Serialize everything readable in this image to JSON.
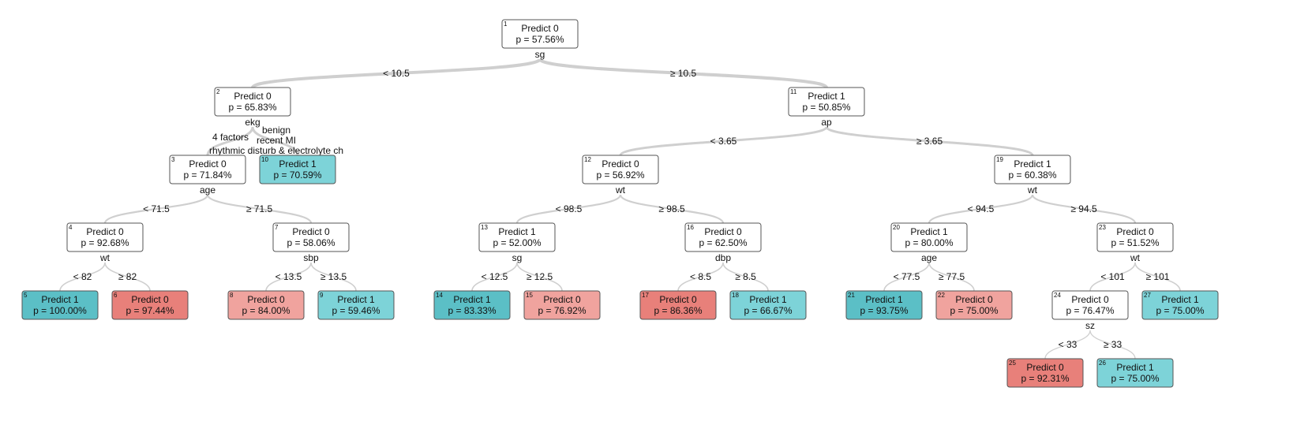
{
  "colors": {
    "predict_0_strong": "#E8807A",
    "predict_0_light": "#F0A39E",
    "predict_1_strong": "#5BBFC6",
    "predict_1_light": "#7DD3D8",
    "undecided": "#FFFFFF",
    "edge": "#CFCFCF"
  },
  "nodes": [
    {
      "id": "1",
      "line1": "Predict 0",
      "line2": "p = 57.56%",
      "split": "sg",
      "fill": "undecided"
    },
    {
      "id": "2",
      "line1": "Predict 0",
      "line2": "p = 65.83%",
      "split": "ekg",
      "fill": "undecided"
    },
    {
      "id": "3",
      "line1": "Predict 0",
      "line2": "p = 71.84%",
      "split": "age",
      "fill": "undecided"
    },
    {
      "id": "4",
      "line1": "Predict 0",
      "line2": "p = 92.68%",
      "split": "wt",
      "fill": "undecided"
    },
    {
      "id": "5",
      "line1": "Predict 1",
      "line2": "p = 100.00%",
      "split": "",
      "fill": "predict_1_strong"
    },
    {
      "id": "6",
      "line1": "Predict 0",
      "line2": "p = 97.44%",
      "split": "",
      "fill": "predict_0_strong"
    },
    {
      "id": "7",
      "line1": "Predict 0",
      "line2": "p = 58.06%",
      "split": "sbp",
      "fill": "undecided"
    },
    {
      "id": "8",
      "line1": "Predict 0",
      "line2": "p = 84.00%",
      "split": "",
      "fill": "predict_0_light"
    },
    {
      "id": "9",
      "line1": "Predict 1",
      "line2": "p = 59.46%",
      "split": "",
      "fill": "predict_1_light"
    },
    {
      "id": "10",
      "line1": "Predict 1",
      "line2": "p = 70.59%",
      "split": "",
      "fill": "predict_1_light"
    },
    {
      "id": "11",
      "line1": "Predict 1",
      "line2": "p = 50.85%",
      "split": "ap",
      "fill": "undecided"
    },
    {
      "id": "12",
      "line1": "Predict 0",
      "line2": "p = 56.92%",
      "split": "wt",
      "fill": "undecided"
    },
    {
      "id": "13",
      "line1": "Predict 1",
      "line2": "p = 52.00%",
      "split": "sg",
      "fill": "undecided"
    },
    {
      "id": "14",
      "line1": "Predict 1",
      "line2": "p = 83.33%",
      "split": "",
      "fill": "predict_1_strong"
    },
    {
      "id": "15",
      "line1": "Predict 0",
      "line2": "p = 76.92%",
      "split": "",
      "fill": "predict_0_light"
    },
    {
      "id": "16",
      "line1": "Predict 0",
      "line2": "p = 62.50%",
      "split": "dbp",
      "fill": "undecided"
    },
    {
      "id": "17",
      "line1": "Predict 0",
      "line2": "p = 86.36%",
      "split": "",
      "fill": "predict_0_strong"
    },
    {
      "id": "18",
      "line1": "Predict 1",
      "line2": "p = 66.67%",
      "split": "",
      "fill": "predict_1_light"
    },
    {
      "id": "19",
      "line1": "Predict 1",
      "line2": "p = 60.38%",
      "split": "wt",
      "fill": "undecided"
    },
    {
      "id": "20",
      "line1": "Predict 1",
      "line2": "p = 80.00%",
      "split": "age",
      "fill": "undecided"
    },
    {
      "id": "21",
      "line1": "Predict 1",
      "line2": "p = 93.75%",
      "split": "",
      "fill": "predict_1_strong"
    },
    {
      "id": "22",
      "line1": "Predict 0",
      "line2": "p = 75.00%",
      "split": "",
      "fill": "predict_0_light"
    },
    {
      "id": "23",
      "line1": "Predict 0",
      "line2": "p = 51.52%",
      "split": "wt",
      "fill": "undecided"
    },
    {
      "id": "24",
      "line1": "Predict 0",
      "line2": "p = 76.47%",
      "split": "sz",
      "fill": "undecided"
    },
    {
      "id": "25",
      "line1": "Predict 0",
      "line2": "p = 92.31%",
      "split": "",
      "fill": "predict_0_strong"
    },
    {
      "id": "26",
      "line1": "Predict 1",
      "line2": "p = 75.00%",
      "split": "",
      "fill": "predict_1_light"
    },
    {
      "id": "27",
      "line1": "Predict 1",
      "line2": "p = 75.00%",
      "split": "",
      "fill": "predict_1_light"
    }
  ],
  "edges": [
    {
      "from": "1",
      "to": "2",
      "label": [
        "< 10.5"
      ]
    },
    {
      "from": "1",
      "to": "11",
      "label": [
        "≥ 10.5"
      ]
    },
    {
      "from": "2",
      "to": "3",
      "label": [
        "4 factors"
      ]
    },
    {
      "from": "2",
      "to": "10",
      "label": [
        "benign",
        "recent MI",
        "rhythmic disturb & electrolyte ch"
      ]
    },
    {
      "from": "3",
      "to": "4",
      "label": [
        "< 71.5"
      ]
    },
    {
      "from": "3",
      "to": "7",
      "label": [
        "≥ 71.5"
      ]
    },
    {
      "from": "4",
      "to": "5",
      "label": [
        "< 82"
      ]
    },
    {
      "from": "4",
      "to": "6",
      "label": [
        "≥ 82"
      ]
    },
    {
      "from": "7",
      "to": "8",
      "label": [
        "< 13.5"
      ]
    },
    {
      "from": "7",
      "to": "9",
      "label": [
        "≥ 13.5"
      ]
    },
    {
      "from": "11",
      "to": "12",
      "label": [
        "< 3.65"
      ]
    },
    {
      "from": "11",
      "to": "19",
      "label": [
        "≥ 3.65"
      ]
    },
    {
      "from": "12",
      "to": "13",
      "label": [
        "< 98.5"
      ]
    },
    {
      "from": "12",
      "to": "16",
      "label": [
        "≥ 98.5"
      ]
    },
    {
      "from": "13",
      "to": "14",
      "label": [
        "< 12.5"
      ]
    },
    {
      "from": "13",
      "to": "15",
      "label": [
        "≥ 12.5"
      ]
    },
    {
      "from": "16",
      "to": "17",
      "label": [
        "< 8.5"
      ]
    },
    {
      "from": "16",
      "to": "18",
      "label": [
        "≥ 8.5"
      ]
    },
    {
      "from": "19",
      "to": "20",
      "label": [
        "< 94.5"
      ]
    },
    {
      "from": "19",
      "to": "23",
      "label": [
        "≥ 94.5"
      ]
    },
    {
      "from": "20",
      "to": "21",
      "label": [
        "< 77.5"
      ]
    },
    {
      "from": "20",
      "to": "22",
      "label": [
        "≥ 77.5"
      ]
    },
    {
      "from": "23",
      "to": "24",
      "label": [
        "< 101"
      ]
    },
    {
      "from": "23",
      "to": "27",
      "label": [
        "≥ 101"
      ]
    },
    {
      "from": "24",
      "to": "25",
      "label": [
        "< 33"
      ]
    },
    {
      "from": "24",
      "to": "26",
      "label": [
        "≥ 33"
      ]
    }
  ]
}
